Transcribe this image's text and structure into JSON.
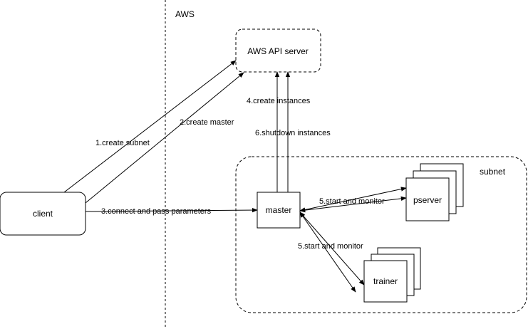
{
  "zones": {
    "aws_label": "AWS",
    "subnet_label": "subnet"
  },
  "nodes": {
    "api_server": "AWS API server",
    "client": "client",
    "master": "master",
    "pserver": "pserver",
    "trainer": "trainer"
  },
  "edges": [
    {
      "from": "client",
      "to": "api_server",
      "label": "1.create subnet"
    },
    {
      "from": "client",
      "to": "api_server",
      "label": "2.create master"
    },
    {
      "from": "client",
      "to": "master",
      "label": "3.connect and pass parameters"
    },
    {
      "from": "master",
      "to": "api_server",
      "label": "4.create instances"
    },
    {
      "from": "master",
      "to": "pserver",
      "label": "5.start and monitor"
    },
    {
      "from": "master",
      "to": "trainer",
      "label": "5.start and monitor"
    },
    {
      "from": "master",
      "to": "api_server",
      "label": "6.shutdown instances"
    }
  ],
  "colors": {
    "stroke": "#000000",
    "background": "#ffffff"
  }
}
